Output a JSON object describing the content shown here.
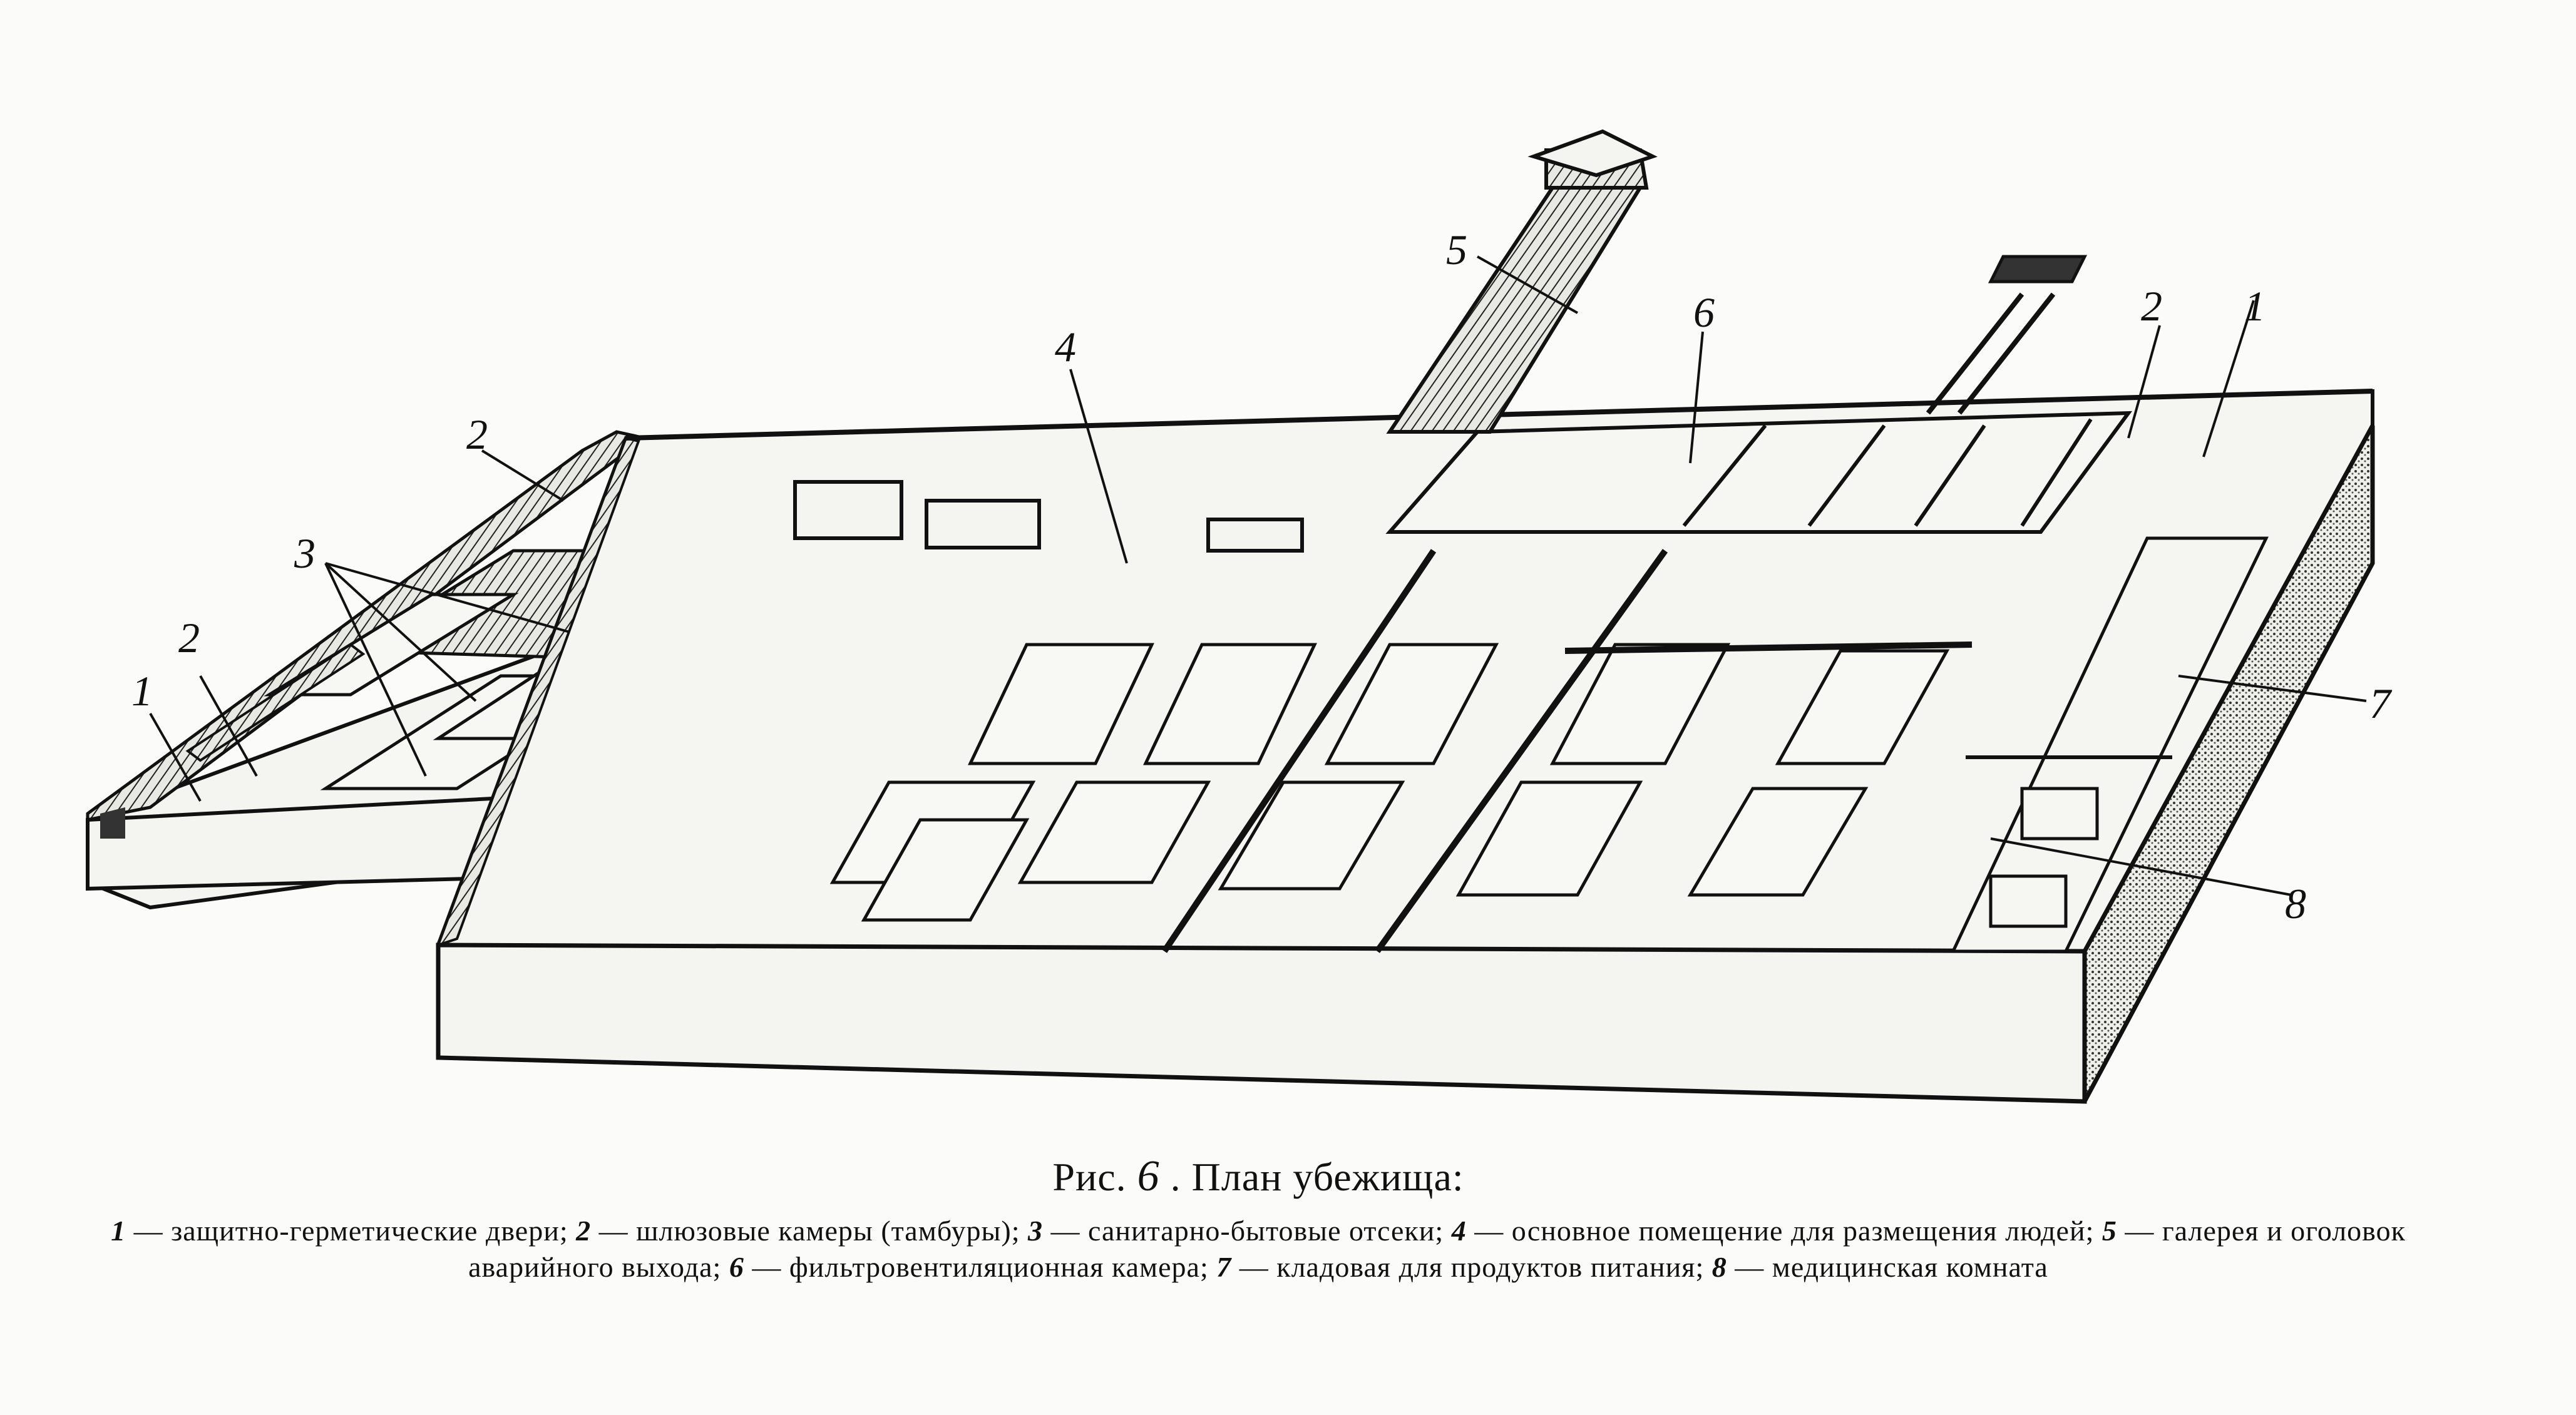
{
  "figure": {
    "caption_prefix": "Рис.",
    "figure_number": "6",
    "caption_title": "План убежища:",
    "legend": [
      {
        "num": "1",
        "text": "защитно-герметические двери;"
      },
      {
        "num": "2",
        "text": "шлюзовые камеры (тамбуры);"
      },
      {
        "num": "3",
        "text": "санитарно-бытовые отсеки;"
      },
      {
        "num": "4",
        "text": "основное помещение для размещения людей;"
      },
      {
        "num": "5",
        "text": "галерея и оголовок аварийного выхода;"
      },
      {
        "num": "6",
        "text": "фильтровентиляционная камера;"
      },
      {
        "num": "7",
        "text": "кладовая для продуктов питания;"
      },
      {
        "num": "8",
        "text": "медицинская комната"
      }
    ],
    "dash": "—"
  },
  "callouts": [
    {
      "key": "door-left",
      "text": "1"
    },
    {
      "key": "lock-left-lower",
      "text": "2"
    },
    {
      "key": "lock-left-upper",
      "text": "2"
    },
    {
      "key": "sanitary",
      "text": "3"
    },
    {
      "key": "main-hall",
      "text": "4"
    },
    {
      "key": "gallery",
      "text": "5"
    },
    {
      "key": "filter-room",
      "text": "6"
    },
    {
      "key": "lock-right",
      "text": "2"
    },
    {
      "key": "door-right",
      "text": "1"
    },
    {
      "key": "storeroom",
      "text": "7"
    },
    {
      "key": "medical",
      "text": "8"
    }
  ]
}
